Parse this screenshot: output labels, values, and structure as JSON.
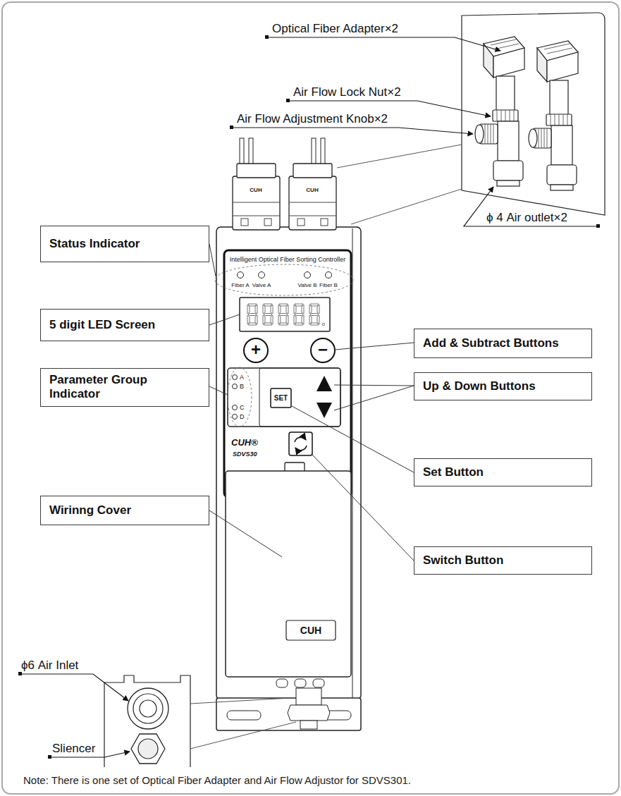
{
  "diagram": {
    "nodes": [
      {
        "text": [
          "Status Indicator"
        ]
      },
      {
        "text": [
          "5 digit LED Screen"
        ]
      },
      {
        "text": [
          "Add & Subtract Buttons"
        ]
      },
      {
        "text": [
          "Parameter Group Indicator"
        ]
      },
      {
        "text": [
          "Up & Down Buttons"
        ]
      },
      {
        "text": [
          "Set Button"
        ]
      },
      {
        "text": [
          "Wirinng Cover"
        ]
      },
      {
        "text": [
          "Switch Button"
        ]
      }
    ],
    "labels": [
      "Optical Fiber Adapter×2",
      "Air Flow Lock Nut×2",
      "Air Flow Adjustment Knob×2",
      "ϕ 4 Air outlet×2",
      "Intelligent Optical Fiber Sorting Controller",
      "Fiber A",
      "Valve A",
      "Valve B",
      "Fiber B",
      "+",
      "−",
      "A",
      "B",
      "C",
      "D",
      "SET",
      "CUH®",
      "SDVS30",
      "CUH",
      "CUH",
      "CUH",
      "ϕ6 Air Inlet",
      "Sliencer",
      "Note: There is one set of Optical Fiber Adapter and Air Flow Adjustor for SDVS301."
    ]
  }
}
